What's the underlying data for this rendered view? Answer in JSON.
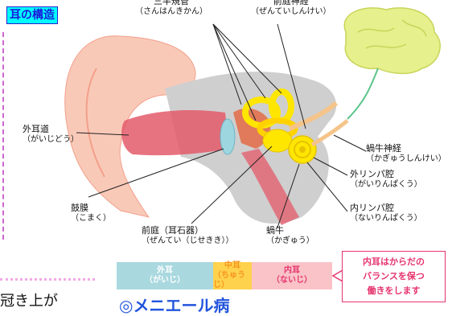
{
  "title": "耳の構造",
  "labels": {
    "semicircular": {
      "name": "三半規管",
      "reading": "（さんはんきかん）"
    },
    "vestibular_nerve": {
      "name": "前庭神経",
      "reading": "（ぜんていしんけい）"
    },
    "ear_canal": {
      "name": "外耳道",
      "reading": "（がいじどう）"
    },
    "cochlear_nerve": {
      "name": "蝸牛神経",
      "reading": "（かぎゅうしんけい）"
    },
    "perilymph_outer": {
      "name": "外リンパ腔",
      "reading": "（がいりんぱくう）"
    },
    "perilymph_inner": {
      "name": "内リンパ腔",
      "reading": "（ないりんぱくう）"
    },
    "eardrum": {
      "name": "鼓膜",
      "reading": "（こまく）"
    },
    "vestibule": {
      "name": "前庭（耳石器）",
      "reading": "（ぜんてい（じせきき））"
    },
    "cochlea": {
      "name": "蝸牛",
      "reading": "（かぎゅう）"
    }
  },
  "legend": [
    {
      "name": "外耳",
      "reading": "（がいじ）",
      "color": "#a9d8df",
      "text_color": "#ffffff"
    },
    {
      "name": "中耳",
      "reading": "（ちゅうじ）",
      "color": "#ffd24d",
      "text_color": "#f7941d"
    },
    {
      "name": "内耳",
      "reading": "（ないじ）",
      "color": "#f9c3c8",
      "text_color": "#e6336e"
    }
  ],
  "note": [
    "内耳はからだの",
    "バランスを保つ",
    "働きをします"
  ],
  "bottom_left_text": "冠き上が",
  "bottom_right_text": "◎メニエール病",
  "colors": {
    "ear": "#f9c9b8",
    "canal": "#e45a6a",
    "bone": "#cfcfcf",
    "inner_ear": "#ffe600",
    "brain": "#e6f08c",
    "nerve": "#f5c48a"
  }
}
